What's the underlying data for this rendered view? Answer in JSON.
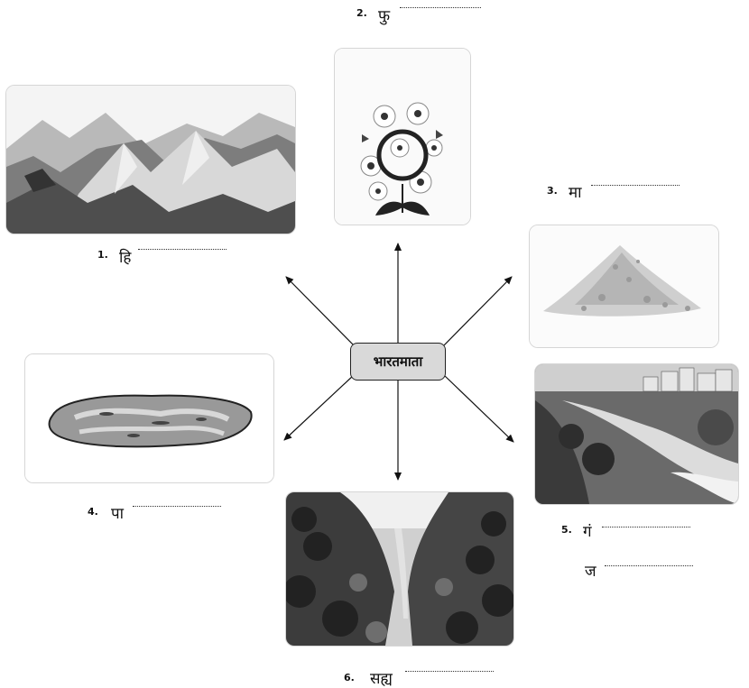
{
  "center": {
    "label": "भारतमाता"
  },
  "items": [
    {
      "number": "1.",
      "prefix": "हि",
      "image": "himalaya-mountains"
    },
    {
      "number": "2.",
      "prefix": "फु",
      "image": "flowers"
    },
    {
      "number": "3.",
      "prefix": "मा",
      "image": "soil-heap"
    },
    {
      "number": "4.",
      "prefix": "पा",
      "image": "water-pond"
    },
    {
      "number": "5.",
      "prefix": "गं",
      "prefix2": "ज",
      "image": "ganga-river"
    },
    {
      "number": "6.",
      "prefix": "सह्य",
      "image": "sahyadri-valley"
    }
  ]
}
